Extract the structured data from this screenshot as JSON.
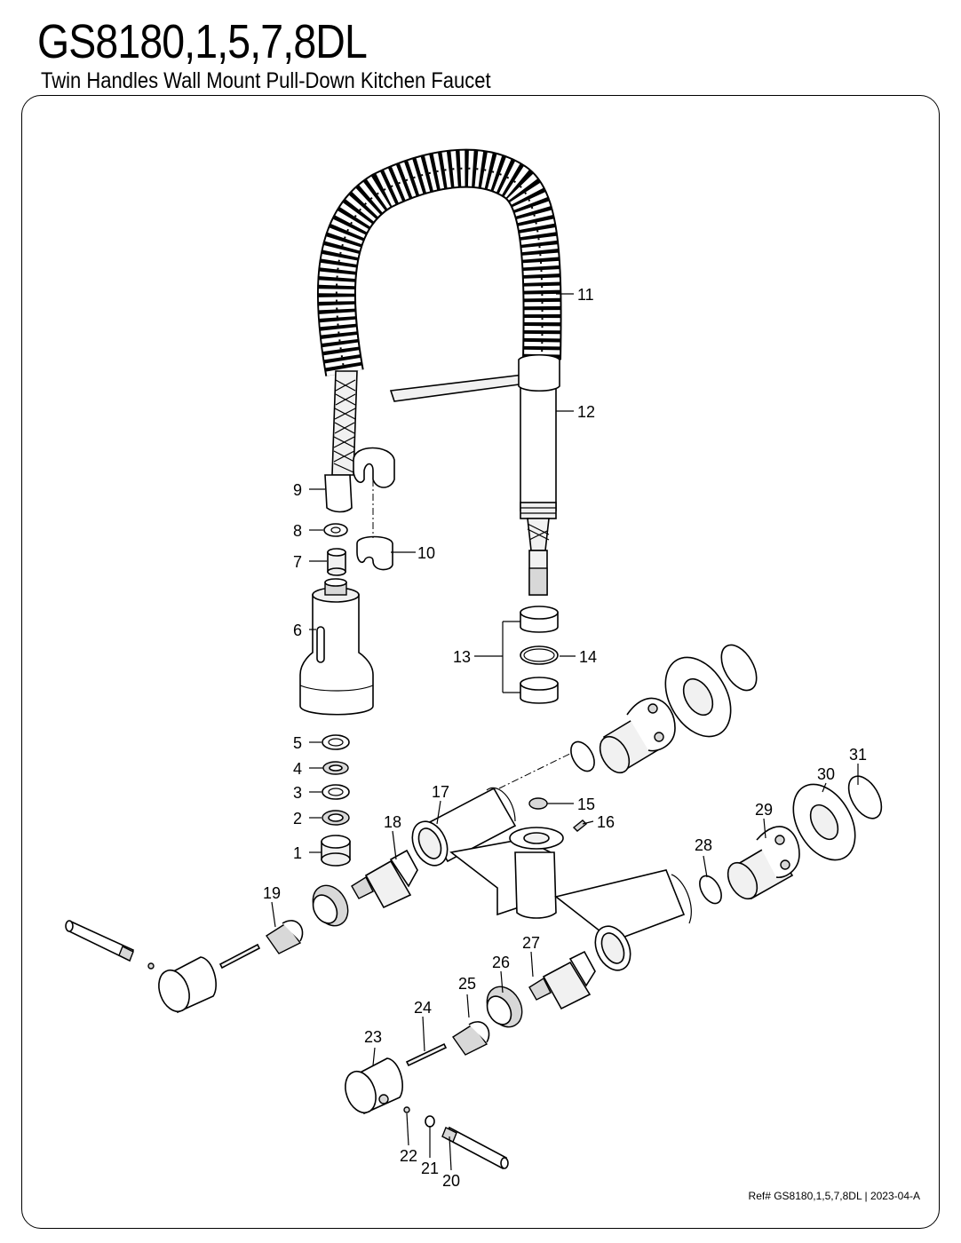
{
  "header": {
    "model": "GS8180,1,5,7,8DL",
    "description": "Twin Handles Wall Mount Pull-Down Kitchen Faucet"
  },
  "footer": {
    "reference": "Ref# GS8180,1,5,7,8DL | 2023-04-A"
  },
  "callouts": [
    "1",
    "2",
    "3",
    "4",
    "5",
    "6",
    "7",
    "8",
    "9",
    "10",
    "11",
    "12",
    "13",
    "14",
    "15",
    "16",
    "17",
    "18",
    "19",
    "20",
    "21",
    "22",
    "23",
    "24",
    "25",
    "26",
    "27",
    "28",
    "29",
    "30",
    "31"
  ]
}
